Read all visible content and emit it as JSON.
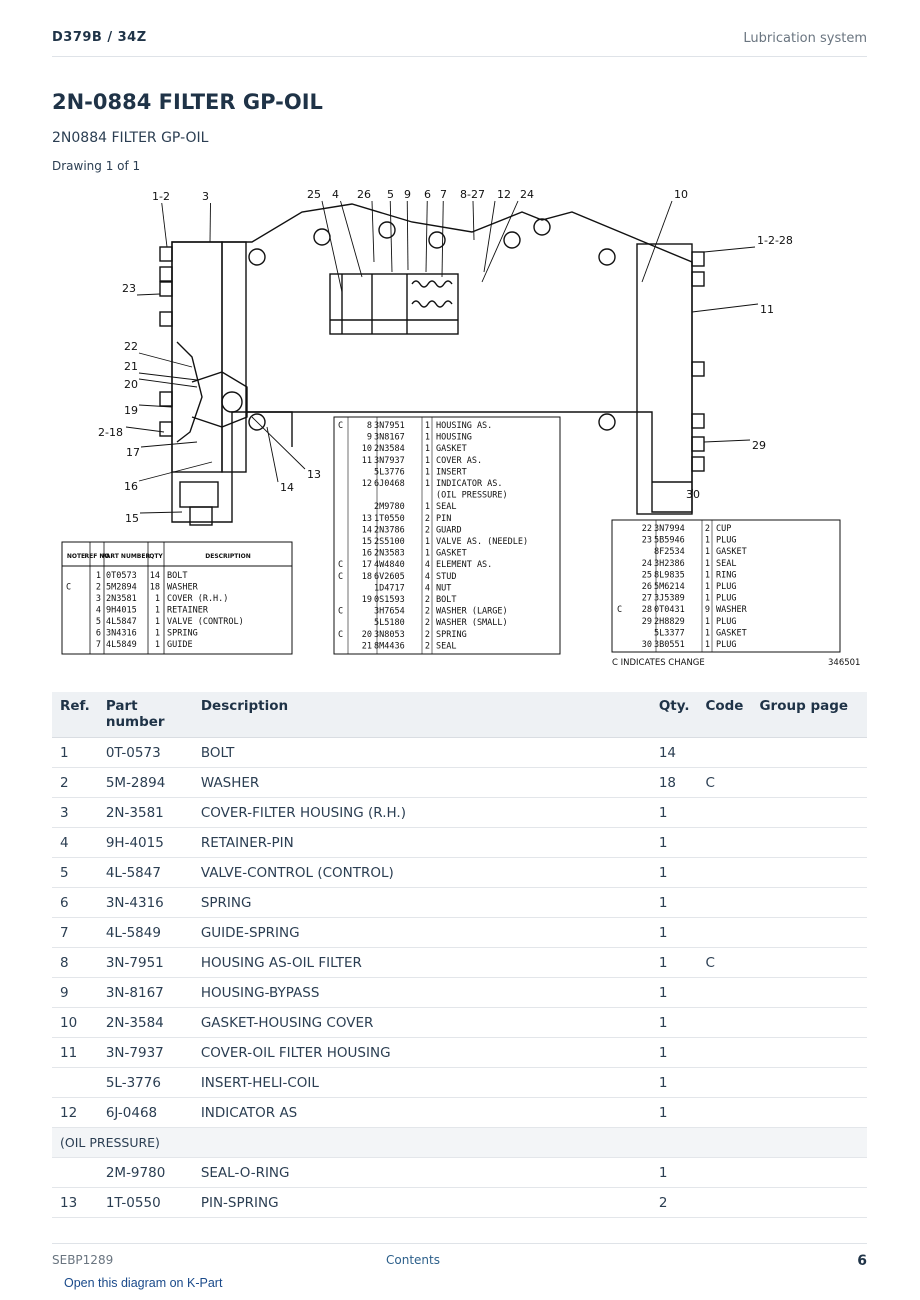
{
  "header": {
    "model": "D379B  /  34Z",
    "section": "Lubrication system"
  },
  "title": "2N-0884 FILTER GP-OIL",
  "subtitle": "2N0884 FILTER GP-OIL",
  "drawing_label": "Drawing 1 of 1",
  "diagram": {
    "callouts": [
      "1-2",
      "3",
      "25",
      "4",
      "26",
      "5",
      "9",
      "6",
      "7",
      "8-27",
      "12",
      "24",
      "10",
      "1-2-28",
      "11",
      "23",
      "22",
      "21",
      "20",
      "19",
      "2-18",
      "17",
      "16",
      "15",
      "13",
      "14",
      "29",
      "30"
    ],
    "left_table": {
      "headers": [
        "NOTE",
        "REF NO",
        "PART NUMBER",
        "QTY",
        "DESCRIPTION"
      ],
      "rows": [
        [
          "",
          "1",
          "0T0573",
          "14",
          "BOLT"
        ],
        [
          "C",
          "2",
          "5M2894",
          "18",
          "WASHER"
        ],
        [
          "",
          "3",
          "2N3581",
          "1",
          "COVER (R.H.)"
        ],
        [
          "",
          "4",
          "9H4015",
          "1",
          "RETAINER"
        ],
        [
          "",
          "5",
          "4L5847",
          "1",
          "VALVE (CONTROL)"
        ],
        [
          "",
          "6",
          "3N4316",
          "1",
          "SPRING"
        ],
        [
          "",
          "7",
          "4L5849",
          "1",
          "GUIDE"
        ]
      ]
    },
    "middle_table": {
      "rows": [
        [
          "C",
          "8",
          "3N7951",
          "1",
          "HOUSING AS."
        ],
        [
          "",
          "9",
          "3N8167",
          "1",
          "  HOUSING"
        ],
        [
          "",
          "10",
          "2N3584",
          "1",
          "GASKET"
        ],
        [
          "",
          "11",
          "3N7937",
          "1",
          "COVER AS."
        ],
        [
          "",
          "",
          "5L3776",
          "1",
          "  INSERT"
        ],
        [
          "",
          "12",
          "6J0468",
          "1",
          "INDICATOR AS."
        ],
        [
          "",
          "",
          "",
          "",
          "  (OIL PRESSURE)"
        ],
        [
          "",
          "",
          "2M9780",
          "1",
          "  SEAL"
        ],
        [
          "",
          "13",
          "1T0550",
          "2",
          "PIN"
        ],
        [
          "",
          "14",
          "2N3786",
          "2",
          "GUARD"
        ],
        [
          "",
          "15",
          "2S5100",
          "1",
          "VALVE AS. (NEEDLE)"
        ],
        [
          "",
          "16",
          "2N3583",
          "1",
          "GASKET"
        ],
        [
          "C",
          "17",
          "4W4840",
          "4",
          "ELEMENT AS."
        ],
        [
          "C",
          "18",
          "6V2605",
          "4",
          "STUD"
        ],
        [
          "",
          "",
          "1D4717",
          "4",
          "NUT"
        ],
        [
          "",
          "19",
          "0S1593",
          "2",
          "BOLT"
        ],
        [
          "C",
          "",
          "3H7654",
          "2",
          "WASHER (LARGE)"
        ],
        [
          "",
          "",
          "5L5180",
          "2",
          "WASHER (SMALL)"
        ],
        [
          "C",
          "20",
          "3N8053",
          "2",
          "SPRING"
        ],
        [
          "",
          "21",
          "8M4436",
          "2",
          "SEAL"
        ]
      ]
    },
    "right_table": {
      "rows": [
        [
          "",
          "22",
          "3N7994",
          "2",
          "CUP"
        ],
        [
          "",
          "23",
          "5B5946",
          "1",
          "PLUG"
        ],
        [
          "",
          "",
          "8F2534",
          "1",
          "GASKET"
        ],
        [
          "",
          "24",
          "3H2386",
          "1",
          "SEAL"
        ],
        [
          "",
          "25",
          "8L9835",
          "1",
          "RING"
        ],
        [
          "",
          "26",
          "5M6214",
          "1",
          "PLUG"
        ],
        [
          "",
          "27",
          "3J5389",
          "1",
          "PLUG"
        ],
        [
          "C",
          "28",
          "0T0431",
          "9",
          "WASHER"
        ],
        [
          "",
          "29",
          "2H8829",
          "1",
          "PLUG"
        ],
        [
          "",
          "",
          "5L3377",
          "1",
          "GASKET"
        ],
        [
          "",
          "30",
          "3B0551",
          "1",
          "PLUG"
        ]
      ]
    },
    "change_note": "C INDICATES CHANGE",
    "drawing_number": "346501"
  },
  "table": {
    "headers": {
      "ref": "Ref.",
      "part": "Part number",
      "desc": "Description",
      "qty": "Qty.",
      "code": "Code",
      "group": "Group page"
    },
    "rows": [
      {
        "ref": "1",
        "part": "0T-0573",
        "desc": "BOLT",
        "qty": "14",
        "code": ""
      },
      {
        "ref": "2",
        "part": "5M-2894",
        "desc": "WASHER",
        "qty": "18",
        "code": "C"
      },
      {
        "ref": "3",
        "part": "2N-3581",
        "desc": "COVER-FILTER HOUSING (R.H.)",
        "qty": "1",
        "code": ""
      },
      {
        "ref": "4",
        "part": "9H-4015",
        "desc": "RETAINER-PIN",
        "qty": "1",
        "code": ""
      },
      {
        "ref": "5",
        "part": "4L-5847",
        "desc": "VALVE-CONTROL (CONTROL)",
        "qty": "1",
        "code": ""
      },
      {
        "ref": "6",
        "part": "3N-4316",
        "desc": "SPRING",
        "qty": "1",
        "code": ""
      },
      {
        "ref": "7",
        "part": "4L-5849",
        "desc": "GUIDE-SPRING",
        "qty": "1",
        "code": ""
      },
      {
        "ref": "8",
        "part": "3N-7951",
        "desc": "HOUSING AS-OIL FILTER",
        "qty": "1",
        "code": "C"
      },
      {
        "ref": "9",
        "part": "3N-8167",
        "desc": "HOUSING-BYPASS",
        "qty": "1",
        "code": ""
      },
      {
        "ref": "10",
        "part": "2N-3584",
        "desc": "GASKET-HOUSING COVER",
        "qty": "1",
        "code": ""
      },
      {
        "ref": "11",
        "part": "3N-7937",
        "desc": "COVER-OIL FILTER HOUSING",
        "qty": "1",
        "code": ""
      },
      {
        "ref": "",
        "part": "5L-3776",
        "desc": "INSERT-HELI-COIL",
        "qty": "1",
        "code": ""
      },
      {
        "ref": "12",
        "part": "6J-0468",
        "desc": "INDICATOR AS",
        "qty": "1",
        "code": ""
      },
      {
        "note": "(OIL PRESSURE)"
      },
      {
        "ref": "",
        "part": "2M-9780",
        "desc": "SEAL-O-RING",
        "qty": "1",
        "code": ""
      },
      {
        "ref": "13",
        "part": "1T-0550",
        "desc": "PIN-SPRING",
        "qty": "2",
        "code": ""
      }
    ]
  },
  "footer": {
    "doc": "SEBP1289",
    "contents": "Contents",
    "page": "6",
    "link": "Open this diagram on K-Part"
  }
}
